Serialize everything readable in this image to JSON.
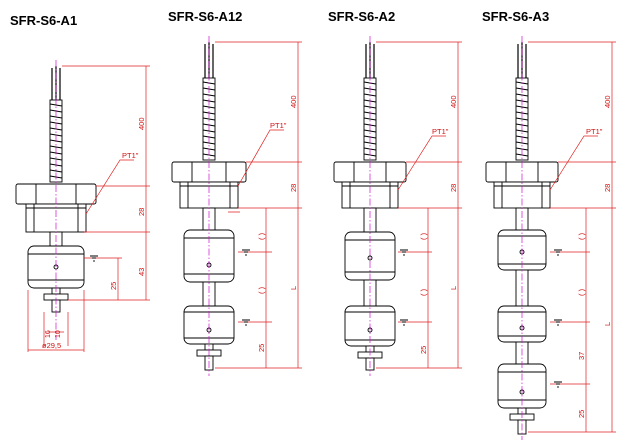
{
  "models": [
    {
      "name": "SFR-S6-A1",
      "dims": {
        "cable": "400",
        "hex": "28",
        "float": "43",
        "stem": "25",
        "dia_outer": "ø29,5",
        "dia_inner1": "16",
        "dia_inner2": "10",
        "pt": "PT1\""
      }
    },
    {
      "name": "SFR-S6-A12",
      "dims": {
        "cable": "400",
        "hex": "28",
        "L": "L",
        "gap": "( )",
        "bottom": "25",
        "pt": "PT1\""
      }
    },
    {
      "name": "SFR-S6-A2",
      "dims": {
        "cable": "400",
        "hex": "28",
        "L": "L",
        "gap": "( )",
        "bottom": "25",
        "pt": "PT1\""
      }
    },
    {
      "name": "SFR-S6-A3",
      "dims": {
        "cable": "400",
        "hex": "28",
        "L": "L",
        "gap": "( )",
        "mid": "37",
        "bottom": "25",
        "pt": "PT1\""
      }
    }
  ]
}
